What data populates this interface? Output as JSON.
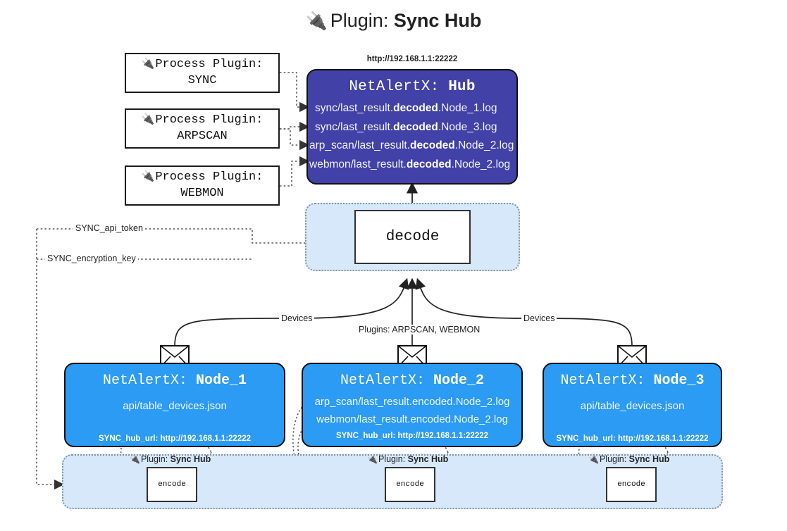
{
  "title": {
    "icon": "plug-icon",
    "prefix": "Plugin:",
    "name": "Sync Hub"
  },
  "process_plugins": [
    {
      "line1": "Process Plugin:",
      "line2": "SYNC",
      "icon": "plug-icon"
    },
    {
      "line1": "Process Plugin:",
      "line2": "ARPSCAN",
      "icon": "plug-icon"
    },
    {
      "line1": "Process Plugin:",
      "line2": "WEBMON",
      "icon": "plug-icon"
    }
  ],
  "hub": {
    "url": "http://192.168.1.1:22222",
    "title_prefix": "NetAlertX:",
    "title_name": "Hub",
    "logs": [
      {
        "pre": "sync/last_result.",
        "mid": "decoded",
        "post": ".Node_1.log"
      },
      {
        "pre": "sync/last_result.",
        "mid": "decoded",
        "post": ".Node_3.log"
      },
      {
        "pre": "arp_scan/last_result.",
        "mid": "decoded",
        "post": ".Node_2.log"
      },
      {
        "pre": "webmon/last_result.",
        "mid": "decoded",
        "post": ".Node_2.log"
      }
    ]
  },
  "decode": {
    "label": "decode"
  },
  "secrets": [
    {
      "label": "SYNC_api_token"
    },
    {
      "label": "SYNC_encryption_key"
    }
  ],
  "edge_labels": {
    "devices_left": "Devices",
    "devices_right": "Devices",
    "plugins_center": "Plugins: ARPSCAN, WEBMON"
  },
  "nodes": [
    {
      "title_prefix": "NetAlertX:",
      "title_name": "Node_1",
      "icon": "envelope-icon",
      "lines": [
        "api/table_devices.json"
      ],
      "hub_url_label": "SYNC_hub_url: http://192.168.1.1:22222"
    },
    {
      "title_prefix": "NetAlertX:",
      "title_name": "Node_2",
      "icon": "envelope-icon",
      "lines": [
        "arp_scan/last_result.encoded.Node_2.log",
        "webmon/last_result.encoded.Node_2.log"
      ],
      "hub_url_label": "SYNC_hub_url: http://192.168.1.1:22222"
    },
    {
      "title_prefix": "NetAlertX:",
      "title_name": "Node_3",
      "icon": "envelope-icon",
      "lines": [
        "api/table_devices.json"
      ],
      "hub_url_label": "SYNC_hub_url: http://192.168.1.1:22222"
    }
  ],
  "encoders": [
    {
      "tag_prefix": "Plugin:",
      "tag_name": "Sync Hub",
      "label": "encode",
      "icon": "plug-icon"
    },
    {
      "tag_prefix": "Plugin:",
      "tag_name": "Sync Hub",
      "label": "encode",
      "icon": "plug-icon"
    },
    {
      "tag_prefix": "Plugin:",
      "tag_name": "Sync Hub",
      "label": "encode",
      "icon": "plug-icon"
    }
  ],
  "colors": {
    "hub_fill": "#4141a8",
    "node_fill": "#2b9bf4",
    "container_fill": "#d6e8fa",
    "stroke": "#111111",
    "dotted_stroke": "#555555"
  }
}
